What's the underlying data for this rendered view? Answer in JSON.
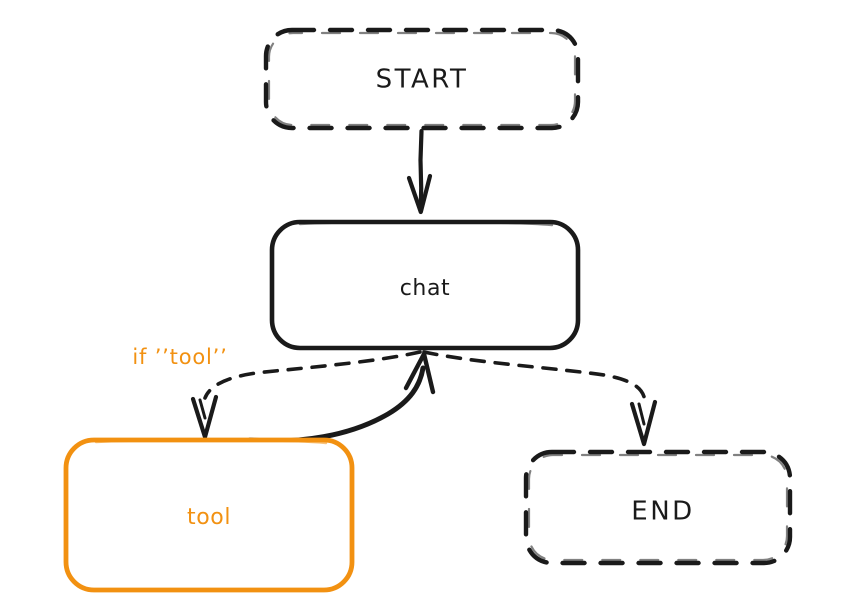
{
  "diagram": {
    "type": "state-graph",
    "style": "hand-drawn",
    "background_color": "#ffffff",
    "accent_color": "#F29111",
    "stroke_color": "#1a1a1a",
    "nodes": [
      {
        "id": "start",
        "label": "START",
        "shape": "rounded-rect",
        "border": "dashed",
        "color": "#1a1a1a",
        "text_color": "#1a1a1a"
      },
      {
        "id": "chat",
        "label": "chat",
        "shape": "rounded-rect",
        "border": "solid",
        "color": "#1a1a1a",
        "text_color": "#1a1a1a"
      },
      {
        "id": "tool",
        "label": "tool",
        "shape": "rounded-rect",
        "border": "solid",
        "color": "#F29111",
        "text_color": "#F29111"
      },
      {
        "id": "end",
        "label": "END",
        "shape": "rounded-rect",
        "border": "dashed",
        "color": "#1a1a1a",
        "text_color": "#1a1a1a"
      }
    ],
    "edges": [
      {
        "id": "start-to-chat",
        "from": "start",
        "to": "chat",
        "style": "solid",
        "label": "",
        "color": "#1a1a1a"
      },
      {
        "id": "chat-to-tool",
        "from": "chat",
        "to": "tool",
        "style": "dashed",
        "label": "if ’’tool’’",
        "color": "#1a1a1a",
        "label_color": "#F29111"
      },
      {
        "id": "chat-to-end",
        "from": "chat",
        "to": "end",
        "style": "dashed",
        "label": "",
        "color": "#1a1a1a"
      },
      {
        "id": "tool-to-chat",
        "from": "tool",
        "to": "chat",
        "style": "solid",
        "label": "",
        "color": "#1a1a1a"
      }
    ]
  }
}
